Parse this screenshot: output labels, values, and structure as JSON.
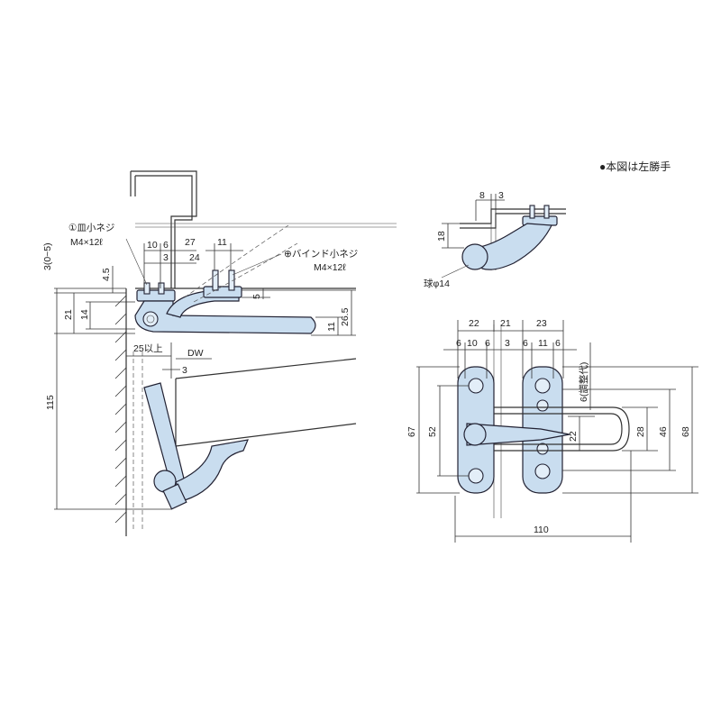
{
  "note": "●本図は左勝手",
  "labels": {
    "flat_screw_name": "皿小ネジ",
    "flat_screw_size": "M4×12ℓ",
    "binding_screw_name": "バインド小ネジ",
    "binding_screw_size": "M4×12ℓ",
    "flat_symbol": "①",
    "binding_symbol": "⊕",
    "ball": "球φ14",
    "adjust": "6(調整代)",
    "clearance": "25以上",
    "dw": "DW"
  },
  "side_view": {
    "dims_top": [
      "10",
      "6",
      "27",
      "11",
      "3",
      "24"
    ],
    "dims_left": [
      "3(0~5)",
      "4.5",
      "14",
      "21",
      "115"
    ],
    "dims_right": [
      "5",
      "26.5",
      "11"
    ],
    "dims_bottom": [
      "3"
    ]
  },
  "top_view": {
    "dims_top": [
      "8",
      "3"
    ],
    "dims_left": [
      "18"
    ]
  },
  "front_view": {
    "dims_top_row1": [
      "22",
      "21",
      "23"
    ],
    "dims_top_row2": [
      "6",
      "10",
      "6",
      "3",
      "6",
      "11",
      "6"
    ],
    "dims_left": [
      "67",
      "52"
    ],
    "dims_right": [
      "22",
      "28",
      "46",
      "68"
    ],
    "dims_bottom": [
      "110"
    ]
  }
}
